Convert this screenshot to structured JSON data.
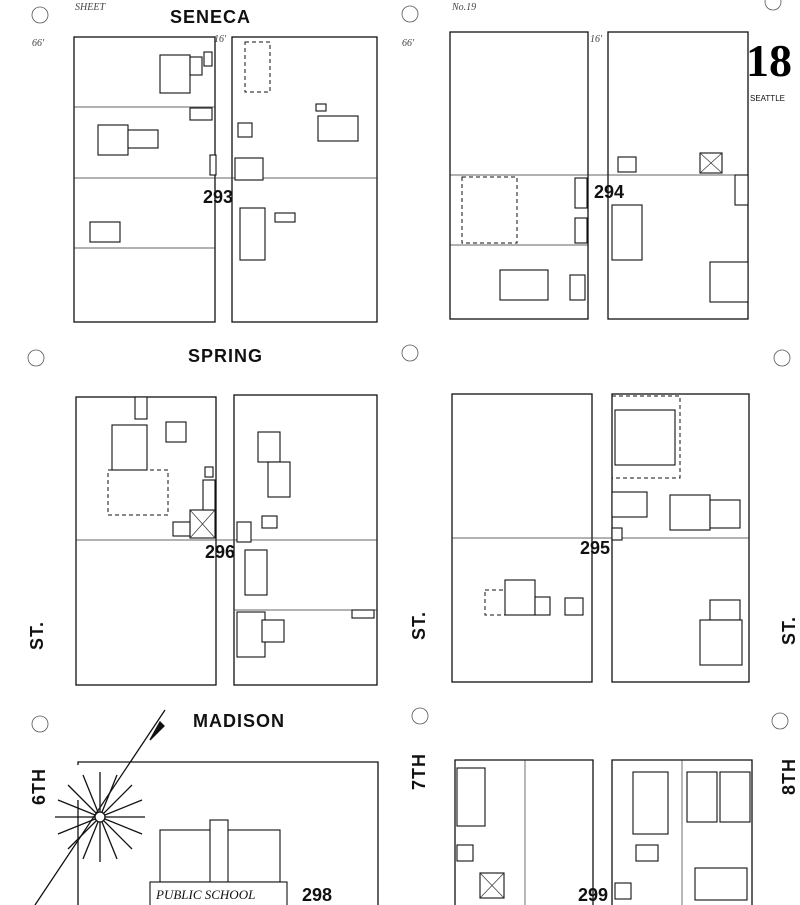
{
  "header": {
    "sheet_label": "SHEET",
    "number_label": "No.19",
    "sheet_number": "18",
    "city": "SEATTLE"
  },
  "streets": {
    "seneca": "SENECA",
    "spring": "SPRING",
    "madison": "MADISON",
    "sixth": "6TH",
    "seventh": "7TH",
    "eighth": "8TH",
    "st": "ST."
  },
  "blocks": [
    "293",
    "294",
    "295",
    "296",
    "298",
    "299"
  ],
  "buildings": {
    "school": "PUBLIC SCHOOL"
  },
  "widths": {
    "street_width": "66'",
    "alley_width": "16'"
  }
}
